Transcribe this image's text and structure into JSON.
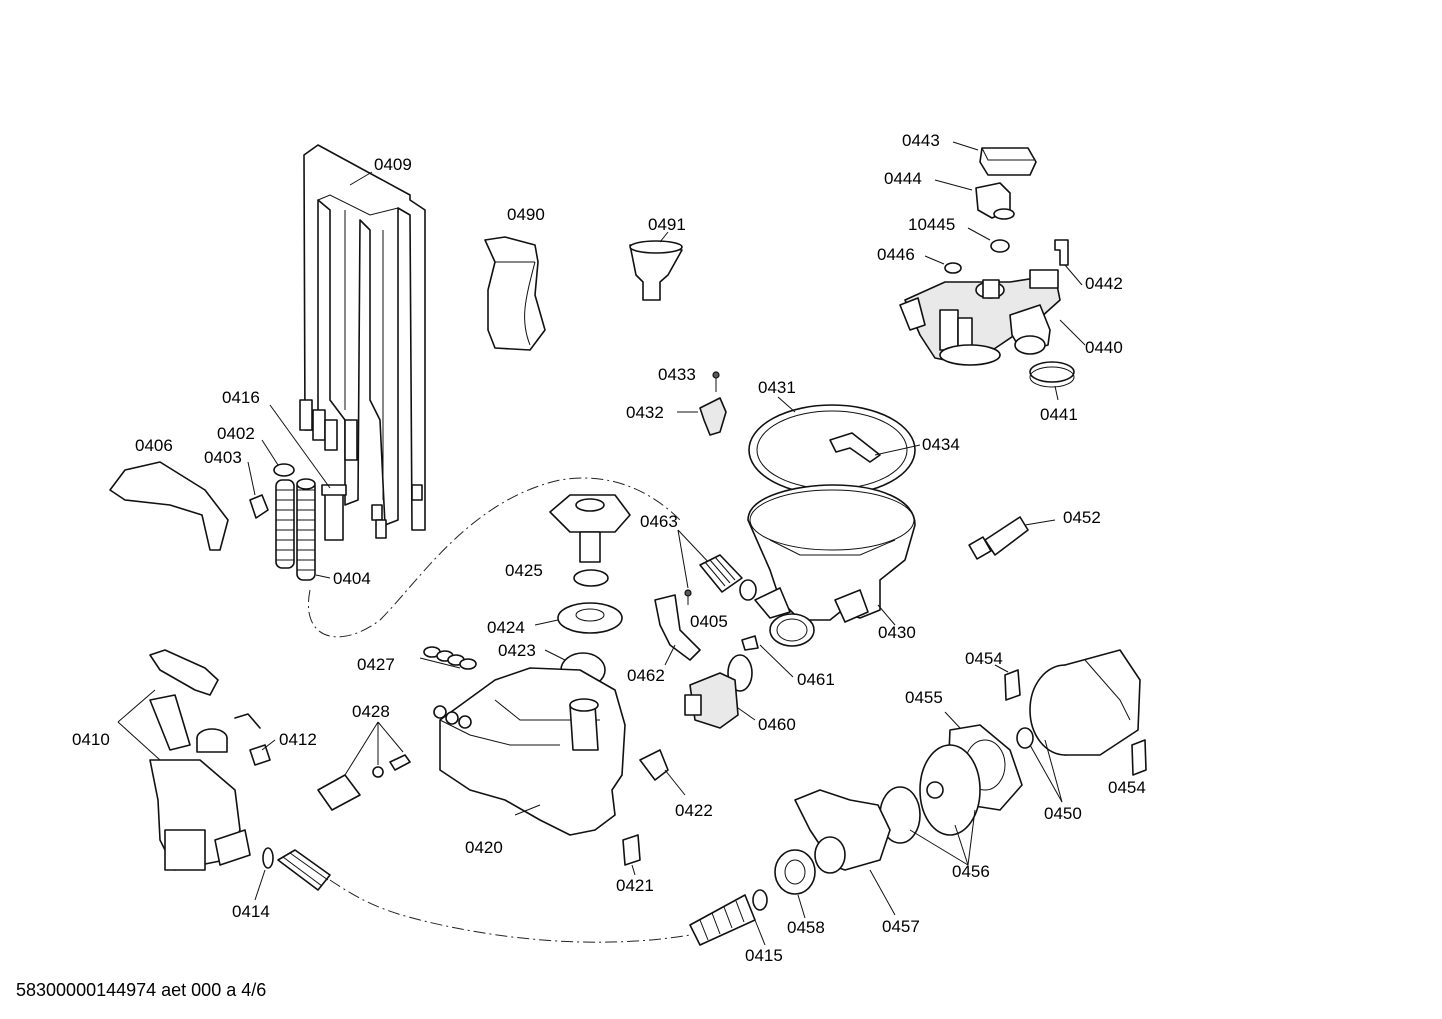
{
  "labels": {
    "p0409": "0409",
    "p0490": "0490",
    "p0491": "0491",
    "p0443": "0443",
    "p0444": "0444",
    "p10445": "10445",
    "p0446": "0446",
    "p0442": "0442",
    "p0440": "0440",
    "p0441": "0441",
    "p0433": "0433",
    "p0432": "0432",
    "p0431": "0431",
    "p0434": "0434",
    "p0416": "0416",
    "p0402": "0402",
    "p0403": "0403",
    "p0406": "0406",
    "p0404": "0404",
    "p0463": "0463",
    "p0452": "0452",
    "p0425": "0425",
    "p0405": "0405",
    "p0430": "0430",
    "p0424": "0424",
    "p0423": "0423",
    "p0427": "0427",
    "p0462": "0462",
    "p0461": "0461",
    "p0454a": "0454",
    "p0428": "0428",
    "p0460": "0460",
    "p0455": "0455",
    "p0410": "0410",
    "p0412": "0412",
    "p0422": "0422",
    "p0450": "0450",
    "p0454b": "0454",
    "p0420": "0420",
    "p0456": "0456",
    "p0421": "0421",
    "p0414": "0414",
    "p0458": "0458",
    "p0457": "0457",
    "p0415": "0415"
  },
  "footer": {
    "document_id": "58300000144974 aet 000 a 4/6"
  }
}
